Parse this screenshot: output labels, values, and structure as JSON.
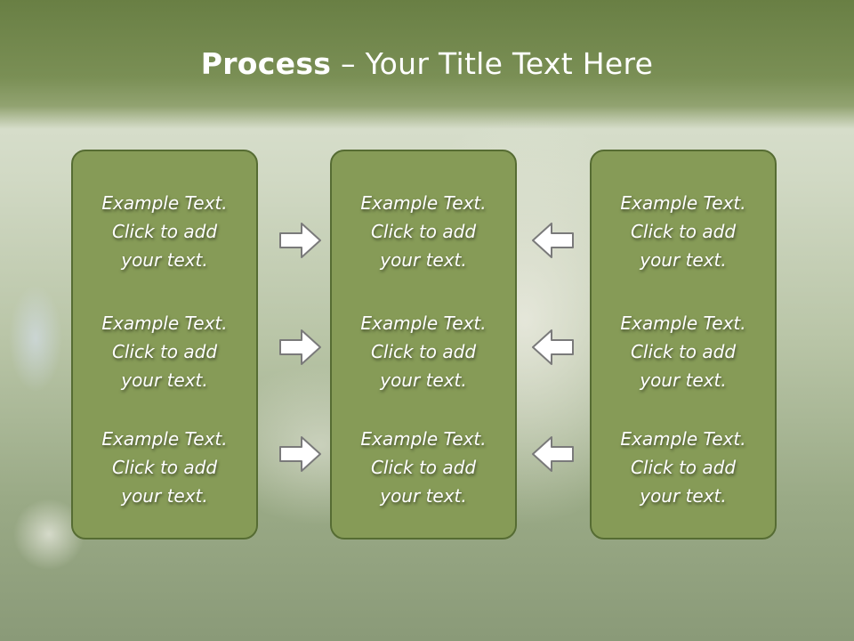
{
  "slide": {
    "title_bold": "Process",
    "title_rest": " – Your Title Text Here"
  },
  "columns": [
    {
      "items": [
        {
          "line1": "Example Text.",
          "line2": "Click  to add",
          "line3": "your text."
        },
        {
          "line1": "Example Text.",
          "line2": "Click  to add",
          "line3": "your text."
        },
        {
          "line1": "Example Text.",
          "line2": "Click  to add",
          "line3": "your text."
        }
      ]
    },
    {
      "items": [
        {
          "line1": "Example Text.",
          "line2": "Click  to add",
          "line3": "your text."
        },
        {
          "line1": "Example Text.",
          "line2": "Click  to add",
          "line3": "your text."
        },
        {
          "line1": "Example Text.",
          "line2": "Click  to add",
          "line3": "your text."
        }
      ]
    },
    {
      "items": [
        {
          "line1": "Example Text.",
          "line2": "Click  to add",
          "line3": "your text."
        },
        {
          "line1": "Example Text.",
          "line2": "Click  to add",
          "line3": "your text."
        },
        {
          "line1": "Example Text.",
          "line2": "Click  to add",
          "line3": "your text."
        }
      ]
    }
  ],
  "arrows": {
    "left_group": "arrow-right-icon",
    "right_group": "arrow-left-icon"
  },
  "colors": {
    "box_fill": "#869b57",
    "box_border": "#566c33",
    "title_band": "#6f8548",
    "arrow_fill": "#ffffff",
    "arrow_stroke": "#7a7a7a"
  }
}
